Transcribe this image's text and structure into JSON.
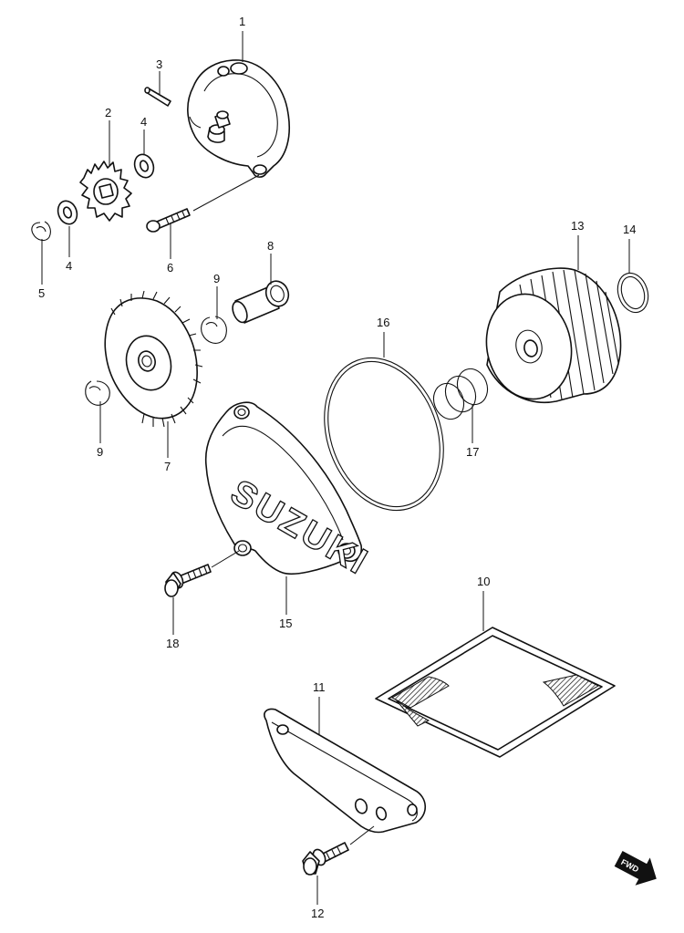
{
  "diagram": {
    "brand_mark": "SUZUKI",
    "direction_label": "FWD",
    "callouts": {
      "p1": "1",
      "p2": "2",
      "p3": "3",
      "p4a": "4",
      "p4b": "4",
      "p5": "5",
      "p6": "6",
      "p7": "7",
      "p8": "8",
      "p9a": "9",
      "p9b": "9",
      "p10": "10",
      "p11": "11",
      "p12": "12",
      "p13": "13",
      "p14": "14",
      "p15": "15",
      "p16": "16",
      "p17": "17",
      "p18": "18"
    }
  }
}
